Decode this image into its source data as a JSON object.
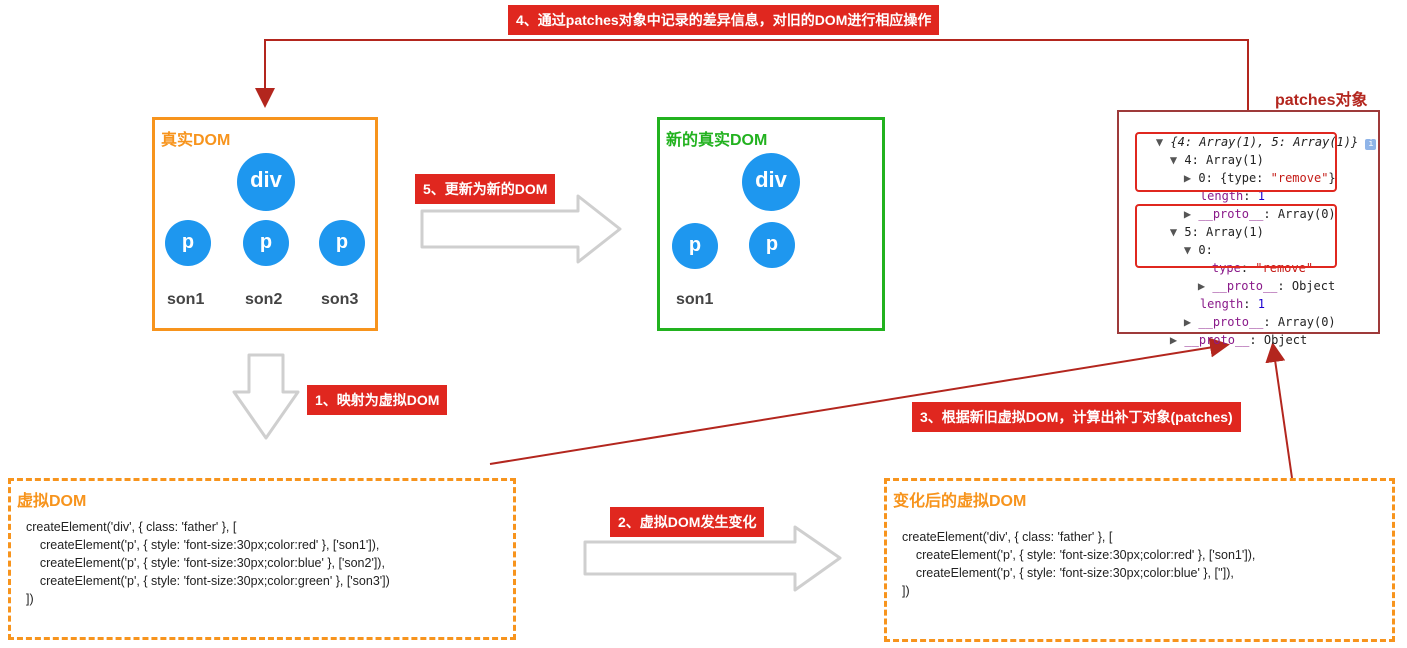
{
  "steps": {
    "step1": "1、映射为虚拟DOM",
    "step2": "2、虚拟DOM发生变化",
    "step3": "3、根据新旧虚拟DOM，计算出补丁对象(patches)",
    "step4": "4、通过patches对象中记录的差异信息，对旧的DOM进行相应操作",
    "step5": "5、更新为新的DOM"
  },
  "real_dom": {
    "title": "真实DOM",
    "root": "div",
    "children": [
      "p",
      "p",
      "p"
    ],
    "sons": [
      "son1",
      "son2",
      "son3"
    ]
  },
  "new_real_dom": {
    "title": "新的真实DOM",
    "root": "div",
    "children": [
      "p",
      "p"
    ],
    "sons": [
      "son1"
    ]
  },
  "virtual_dom": {
    "title": "虚拟DOM",
    "code": [
      "createElement('div', { class: 'father' }, [",
      "    createElement('p', { style: 'font-size:30px;color:red' }, ['son1']),",
      "    createElement('p', { style: 'font-size:30px;color:blue' }, ['son2']),",
      "    createElement('p', { style: 'font-size:30px;color:green' }, ['son3'])",
      "])"
    ]
  },
  "changed_virtual_dom": {
    "title": "变化后的虚拟DOM",
    "code": [
      "createElement('div', { class: 'father' }, [",
      "    createElement('p', { style: 'font-size:30px;color:red' }, ['son1']),",
      "    createElement('p', { style: 'font-size:30px;color:blue' }, ['']),",
      "])"
    ]
  },
  "patches": {
    "title": "patches对象",
    "summary": "{4: Array(1), 5: Array(1)}",
    "k4": "4: Array(1)",
    "k4_item_prefix": "0: {type: ",
    "k4_item_value": "\"remove\"",
    "k4_item_suffix": "}",
    "length_label": "length",
    "length_value": "1",
    "proto_label": "__proto__",
    "proto_array": "Array(0)",
    "proto_object": "Object",
    "k5": "5: Array(1)",
    "k5_item": "0:",
    "type_label": "type",
    "type_value": "\"remove\""
  },
  "colors": {
    "orange": "#f7941d",
    "green": "#22b21f",
    "red": "#e0271f",
    "dark_red": "#b3261e",
    "node_blue": "#1e97ef"
  }
}
